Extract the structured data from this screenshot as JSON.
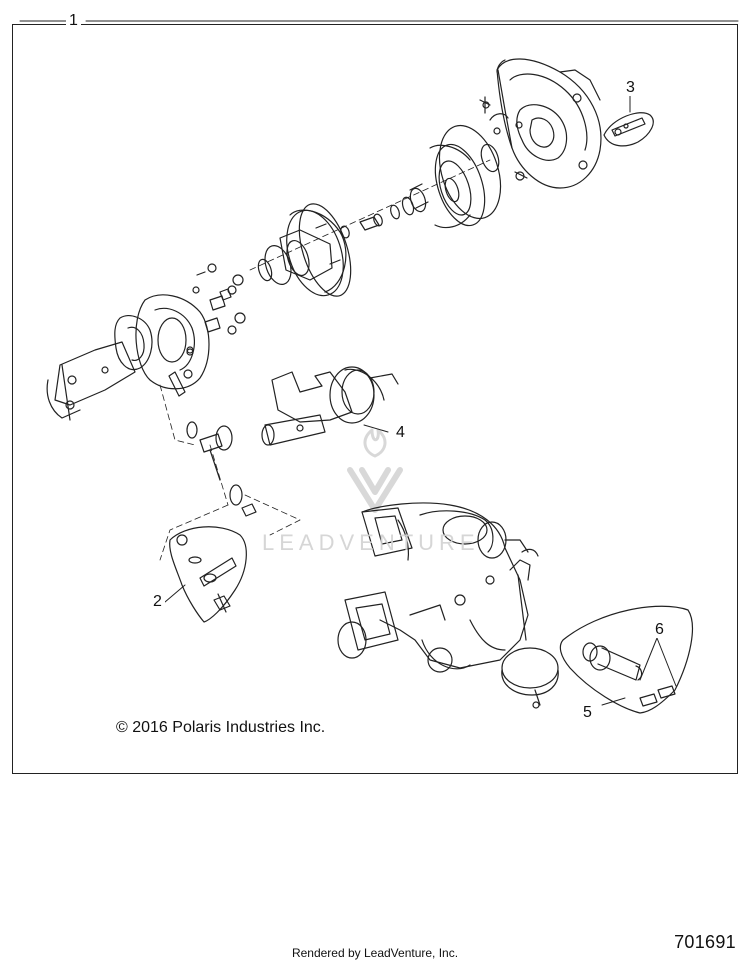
{
  "callouts": {
    "c1": "1",
    "c2": "2",
    "c3": "3",
    "c4": "4",
    "c5": "5",
    "c6": "6"
  },
  "copyright": "© 2016 Polaris Industries Inc.",
  "reference_number": "701691",
  "rendered_by": "Rendered by LeadVenture, Inc.",
  "watermark_text": "LEADVENTURE",
  "colors": {
    "line": "#222222",
    "watermark": "#d2d2d2",
    "background": "#ffffff"
  }
}
